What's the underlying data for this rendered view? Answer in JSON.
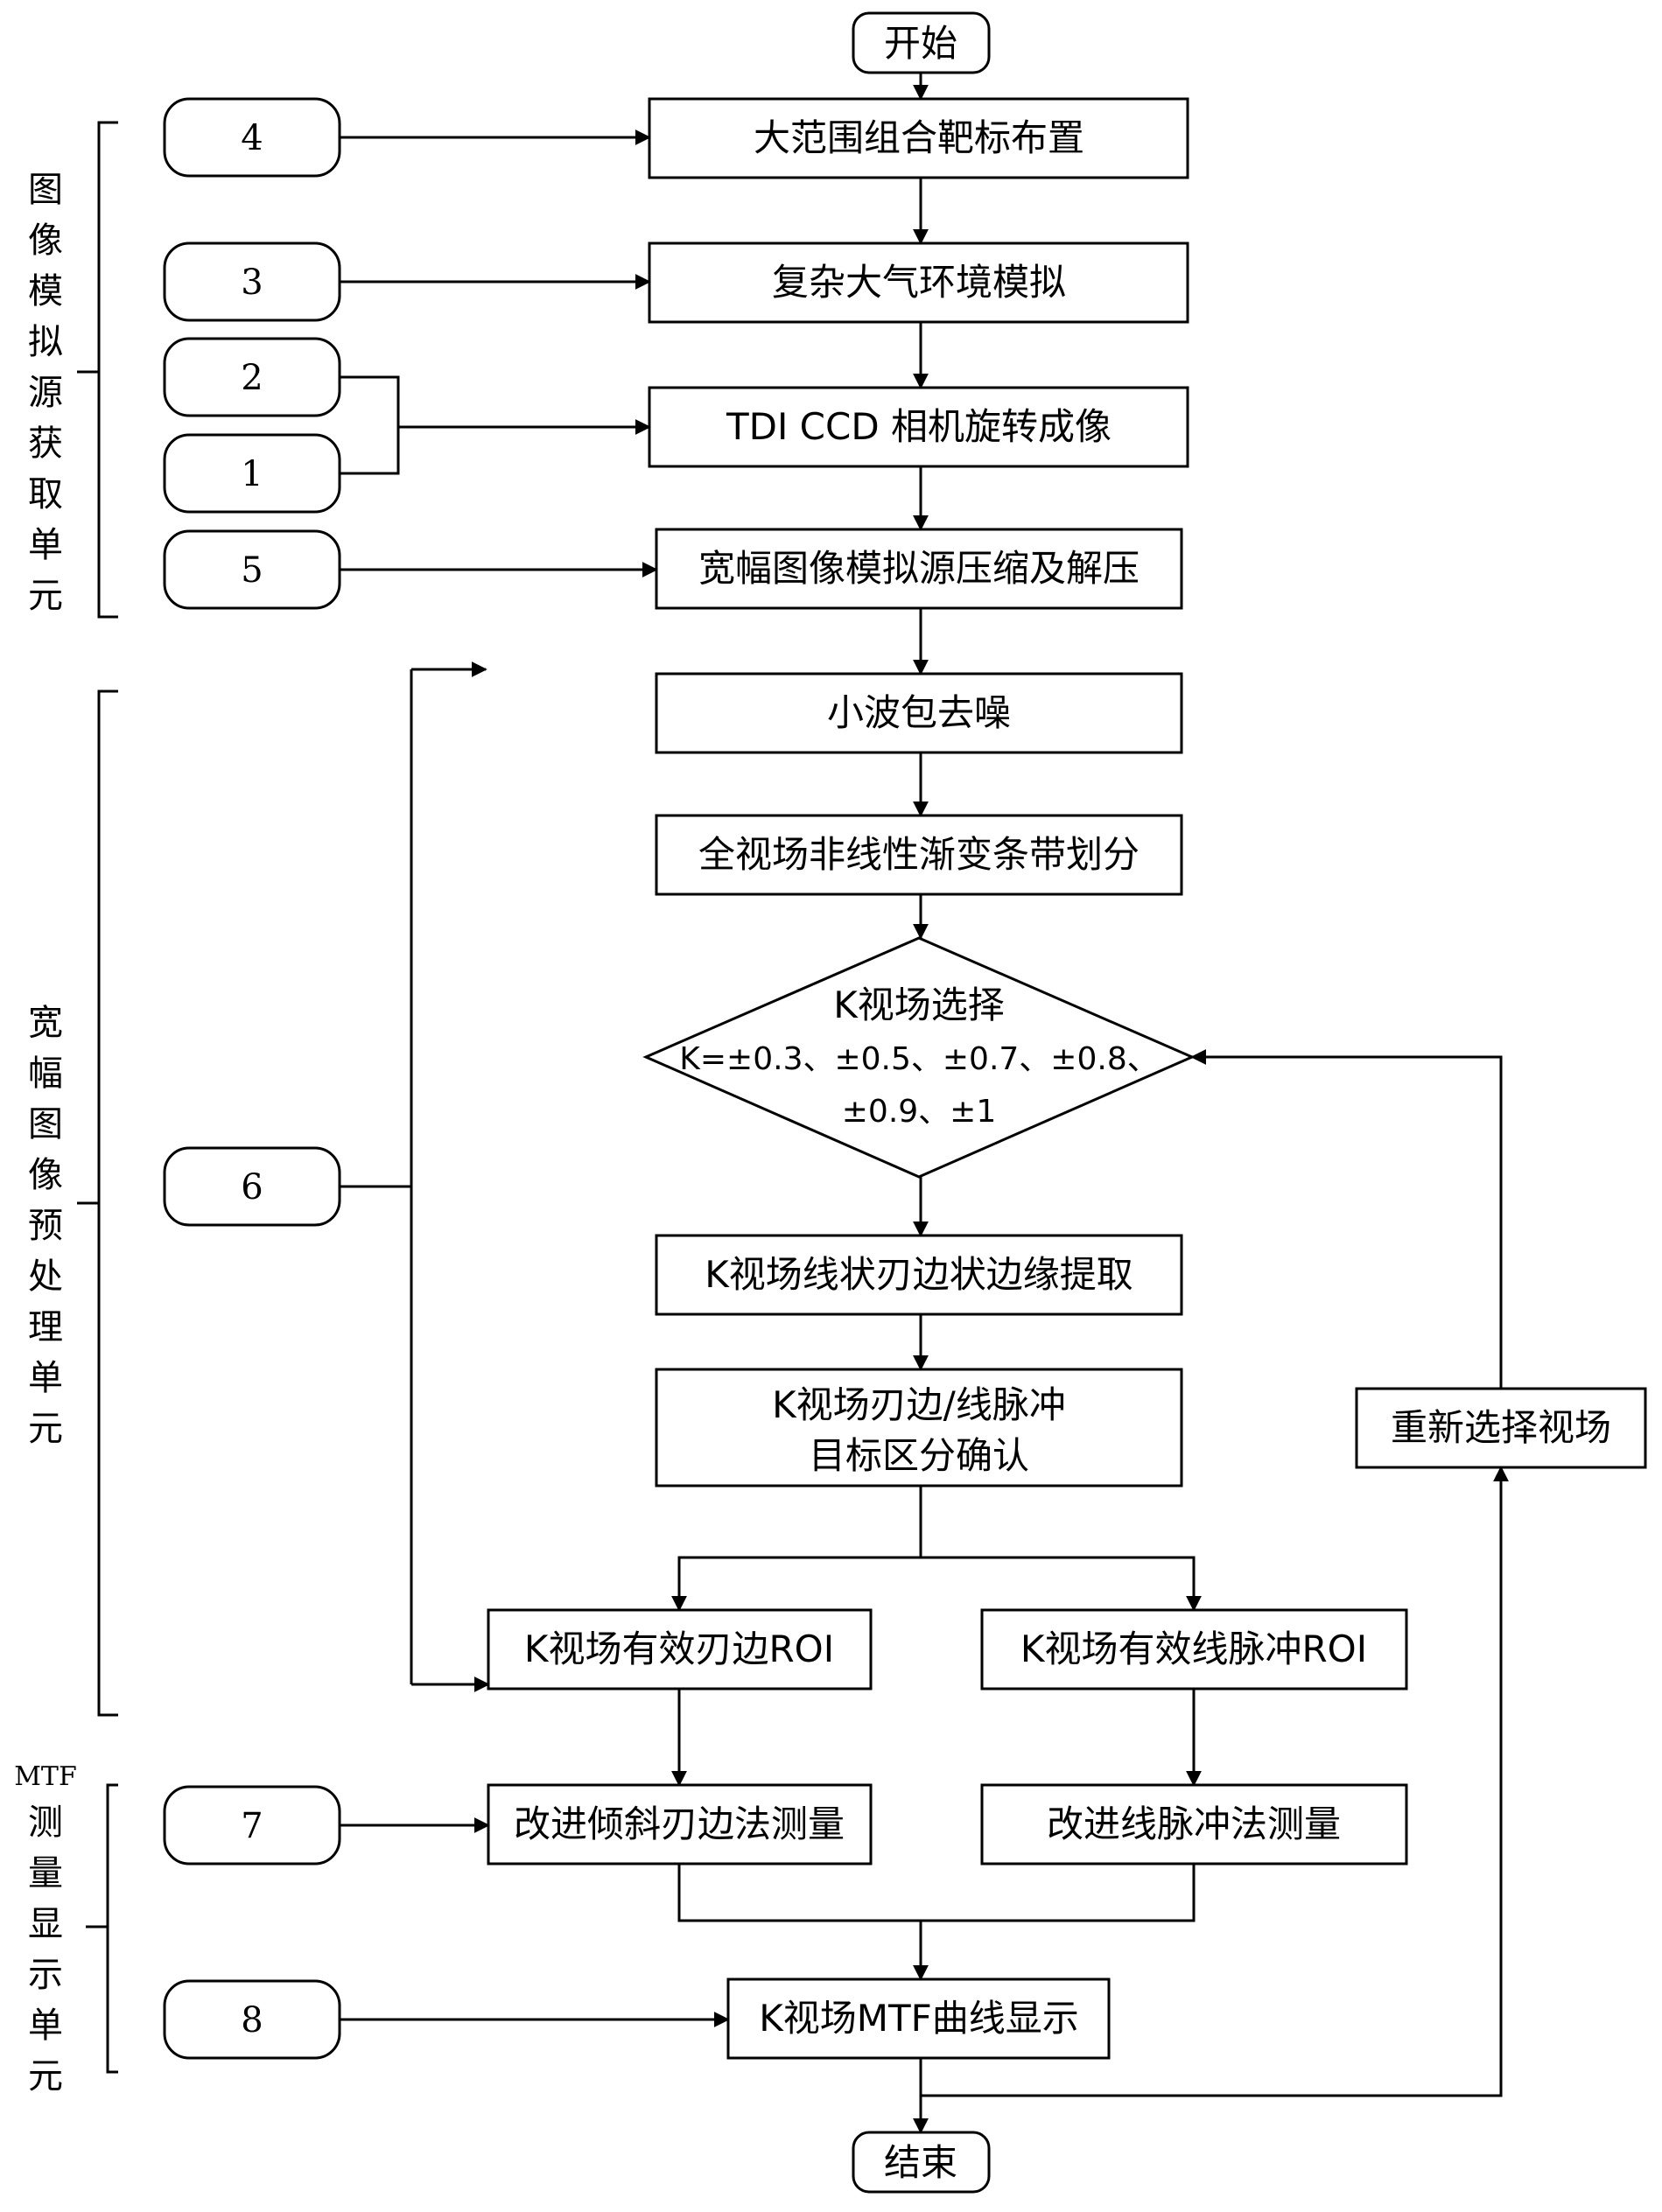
{
  "nodes": {
    "start": "开始",
    "target_layout": "大范围组合靶标布置",
    "atmosphere": "复杂大气环境模拟",
    "tdi_imaging": "TDI CCD 相机旋转成像",
    "compress": "宽幅图像模拟源压缩及解压",
    "denoise": "小波包去噪",
    "stripe_split": "全视场非线性渐变条带划分",
    "k_select_line1": "K视场选择",
    "k_select_line2": "K=±0.3、±0.5、±0.7、±0.8、",
    "k_select_line3": "±0.9、±1",
    "edge_extract": "K视场线状刃边状边缘提取",
    "confirm_line1": "K视场刃边/线脉冲",
    "confirm_line2": "目标区分确认",
    "edge_roi": "K视场有效刃边ROI",
    "pulse_roi": "K视场有效线脉冲ROI",
    "edge_measure": "改进倾斜刃边法测量",
    "pulse_measure": "改进线脉冲法测量",
    "mtf_display": "K视场MTF曲线显示",
    "reselect": "重新选择视场",
    "end": "结束"
  },
  "modules": {
    "m1": "1",
    "m2": "2",
    "m3": "3",
    "m4": "4",
    "m5": "5",
    "m6": "6",
    "m7": "7",
    "m8": "8"
  },
  "units": {
    "unit1": [
      "图",
      "像",
      "模",
      "拟",
      "源",
      "获",
      "取",
      "单",
      "元"
    ],
    "unit2": [
      "宽",
      "幅",
      "图",
      "像",
      "预",
      "处",
      "理",
      "单",
      "元"
    ],
    "unit3_prefix": "MTF",
    "unit3": [
      "测",
      "量",
      "显",
      "示",
      "单",
      "元"
    ]
  }
}
